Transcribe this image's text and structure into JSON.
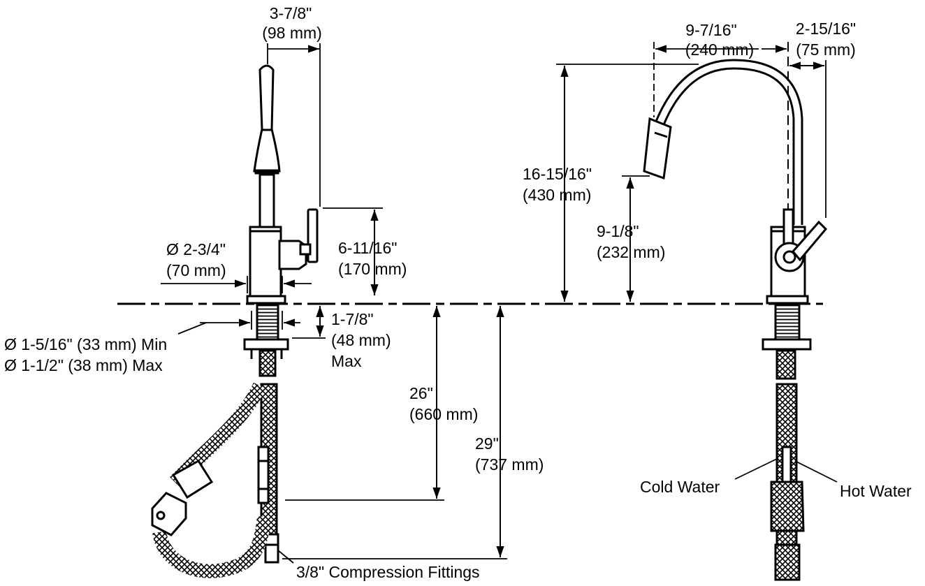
{
  "dimensions": {
    "side_width_spout": {
      "in": "3-7/8\"",
      "mm": "(98 mm)"
    },
    "side_handle_height": {
      "in": "6-11/16\"",
      "mm": "(170 mm)"
    },
    "side_base_diameter": {
      "in": "Ø 2-3/4\"",
      "mm": "(70 mm)"
    },
    "hole_diameter": {
      "min": "Ø 1-5/16\" (33 mm) Min",
      "max": "Ø 1-1/2\" (38 mm) Max"
    },
    "deck_thickness": {
      "in": "1-7/8\"",
      "mm": "(48 mm)",
      "note": "Max"
    },
    "supply_length_short": {
      "in": "26\"",
      "mm": "(660 mm)"
    },
    "supply_length_long": {
      "in": "29\"",
      "mm": "(737 mm)"
    },
    "fittings": "3/8\" Compression Fittings",
    "front_reach": {
      "in": "9-7/16\"",
      "mm": "(240 mm)"
    },
    "front_handle_offset": {
      "in": "2-15/16\"",
      "mm": "(75 mm)"
    },
    "front_total_height": {
      "in": "16-15/16\"",
      "mm": "(430 mm)"
    },
    "front_spout_clearance": {
      "in": "9-1/8\"",
      "mm": "(232 mm)"
    }
  },
  "callouts": {
    "cold": "Cold Water",
    "hot": "Hot Water"
  }
}
